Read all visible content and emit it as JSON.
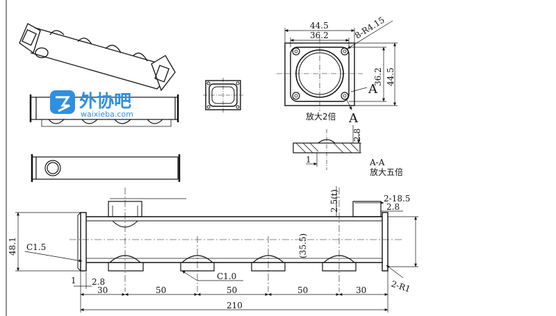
{
  "logo": {
    "name": "外协吧",
    "domain": "waixieba.com",
    "color": "#2f8fe0"
  },
  "detail_view": {
    "dims": {
      "outer_width": "44.5",
      "inner_width": "36.2",
      "holes": "8-R4.15",
      "inner_height": "36.2",
      "outer_height": "44.5"
    },
    "section_marker": "A",
    "scale_note": "放大2倍"
  },
  "section_view": {
    "thickness": "2.8",
    "step": "1",
    "title": "A-A",
    "scale_note": "放大五倍"
  },
  "main_view": {
    "dims": {
      "wall": "2.5(t)",
      "height": "48.1",
      "chamfer_left": "C1.5",
      "center": "(35.5)",
      "flange_width": "2-18.5",
      "flange_thk": "2.8",
      "chamfer_bottom": "C1.0",
      "radius": "2-R1",
      "step_left": "1",
      "flange_left": "2.8",
      "end_left": "30",
      "pitch_1": "50",
      "pitch_2": "50",
      "pitch_3": "50",
      "end_right": "30",
      "total_length": "210"
    }
  }
}
